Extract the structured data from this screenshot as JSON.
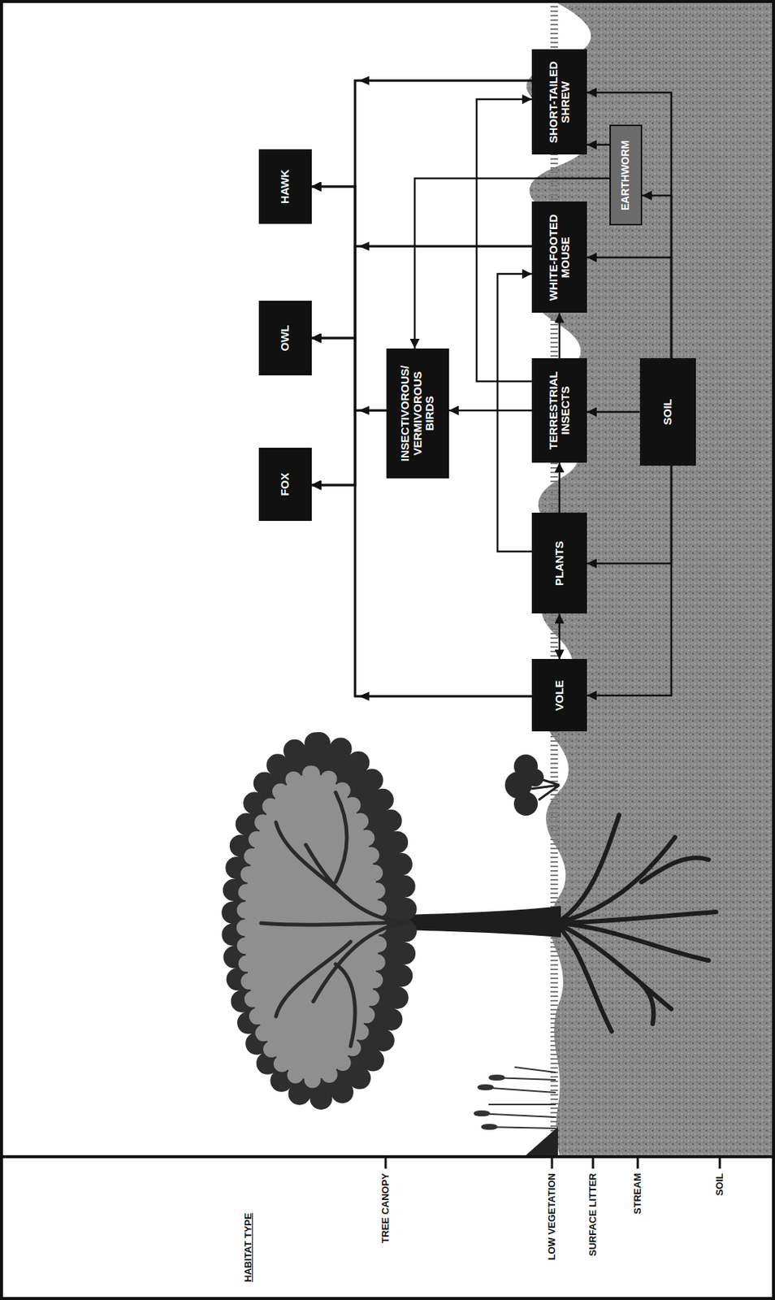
{
  "diagram": {
    "nodes": [
      {
        "text": [
          "FOX"
        ]
      },
      {
        "text": [
          "OWL"
        ]
      },
      {
        "text": [
          "HAWK"
        ]
      },
      {
        "text": [
          "INSECTIVOROUS/ VERMIVOROUS BIRDS"
        ]
      },
      {
        "text": [
          "VOLE"
        ]
      },
      {
        "text": [
          "PLANTS"
        ]
      },
      {
        "text": [
          "TERRESTRIAL INSECTS"
        ]
      },
      {
        "text": [
          "WHITE-FOOTED MOUSE"
        ]
      },
      {
        "text": [
          "SHORT-TAILED SHREW"
        ]
      },
      {
        "text": [
          "EARTHWORM"
        ]
      },
      {
        "text": [
          "SOIL"
        ]
      }
    ],
    "edges": [
      {
        "from": 4,
        "to": 5,
        "arrow": "both"
      },
      {
        "from": 5,
        "to": 6,
        "arrow": "to"
      },
      {
        "from": 6,
        "to": 7,
        "arrow": "to"
      },
      {
        "from": 5,
        "to": 7,
        "arrow": "to"
      },
      {
        "from": 6,
        "to": 3,
        "arrow": "to"
      },
      {
        "from": 6,
        "to": 8,
        "arrow": "to"
      },
      {
        "from": 9,
        "to": 8,
        "arrow": "to"
      },
      {
        "from": 9,
        "to": 3,
        "arrow": "to"
      },
      {
        "from": 10,
        "to": 4,
        "arrow": "to"
      },
      {
        "from": 10,
        "to": 5,
        "arrow": "to"
      },
      {
        "from": 10,
        "to": 6,
        "arrow": "to"
      },
      {
        "from": 10,
        "to": 7,
        "arrow": "to"
      },
      {
        "from": 10,
        "to": 8,
        "arrow": "to"
      },
      {
        "from": 10,
        "to": 9,
        "arrow": "to"
      },
      {
        "from": 4,
        "to": 0,
        "arrow": "to"
      },
      {
        "from": 4,
        "to": 1,
        "arrow": "to"
      },
      {
        "from": 4,
        "to": 2,
        "arrow": "to"
      },
      {
        "from": 7,
        "to": 0,
        "arrow": "to"
      },
      {
        "from": 7,
        "to": 1,
        "arrow": "to"
      },
      {
        "from": 7,
        "to": 2,
        "arrow": "to"
      },
      {
        "from": 8,
        "to": 0,
        "arrow": "to"
      },
      {
        "from": 8,
        "to": 1,
        "arrow": "to"
      },
      {
        "from": 8,
        "to": 2,
        "arrow": "to"
      },
      {
        "from": 3,
        "to": 0,
        "arrow": "to"
      },
      {
        "from": 3,
        "to": 1,
        "arrow": "to"
      },
      {
        "from": 3,
        "to": 2,
        "arrow": "to"
      }
    ],
    "labels": [
      "HABITAT TYPE",
      "TREE CANOPY",
      "LOW VEGETATION",
      "SURFACE LITTER",
      "STREAM",
      "SOIL"
    ]
  }
}
